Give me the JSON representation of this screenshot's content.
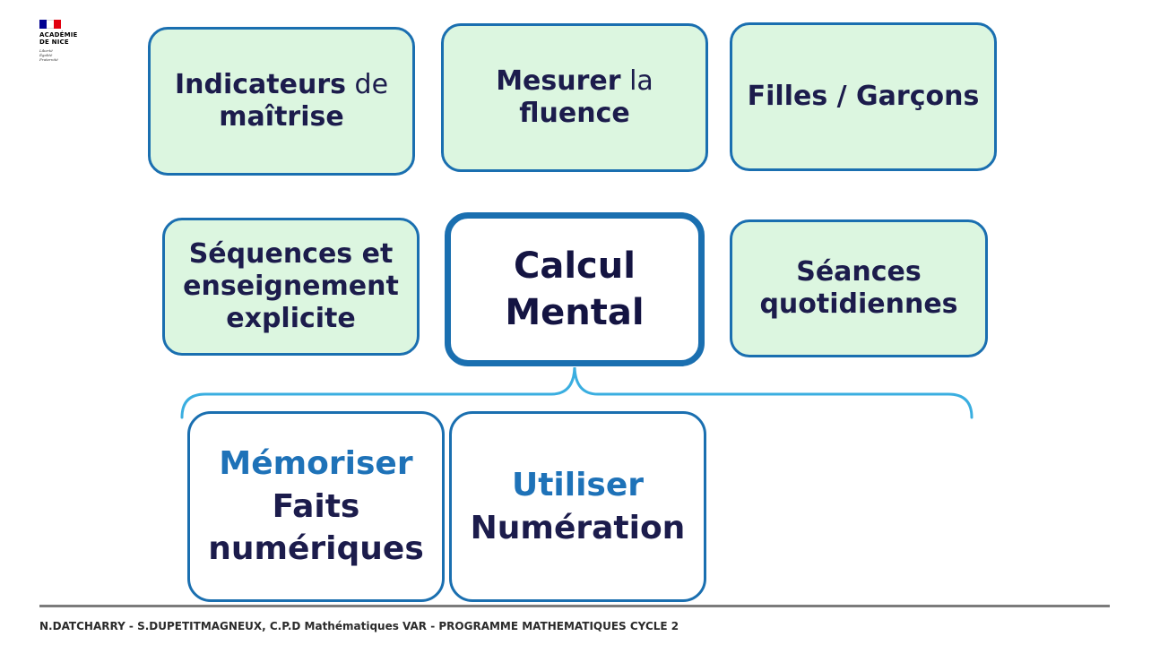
{
  "logo": {
    "title_line1": "ACADÉMIE",
    "title_line2": "DE NICE",
    "motto_line1": "Liberté",
    "motto_line2": "Égalité",
    "motto_line3": "Fraternité"
  },
  "top_row": [
    {
      "part1": "Indicateurs",
      "part1_rest": " de",
      "part2": "maîtrise"
    },
    {
      "part1": "Mesurer",
      "part1_rest": " la",
      "part2": "fluence"
    },
    {
      "label": "Filles / Garçons"
    }
  ],
  "middle_row": {
    "left": {
      "line1": "Séquences et",
      "line2": "enseignement",
      "line3": "explicite"
    },
    "center": {
      "line1": "Calcul",
      "line2": "Mental"
    },
    "right": {
      "line1": "Séances",
      "line2": "quotidiennes"
    }
  },
  "bottom_row": [
    {
      "accent": "Mémoriser",
      "line2": "Faits",
      "line3": "numériques"
    },
    {
      "accent": "Utiliser",
      "line2": "Numération"
    }
  ],
  "footer": {
    "text": "N.DATCHARRY - S.DUPETITMAGNEUX, C.P.D Mathématiques VAR - PROGRAMME MATHEMATIQUES CYCLE 2"
  },
  "colors": {
    "box_fill": "#dcf6e0",
    "box_border": "#1a6fb0",
    "text_dark": "#1c1c4c",
    "accent_blue": "#1e72b8",
    "brace": "#3aaee0",
    "footer_rule": "#7b7b7b"
  }
}
